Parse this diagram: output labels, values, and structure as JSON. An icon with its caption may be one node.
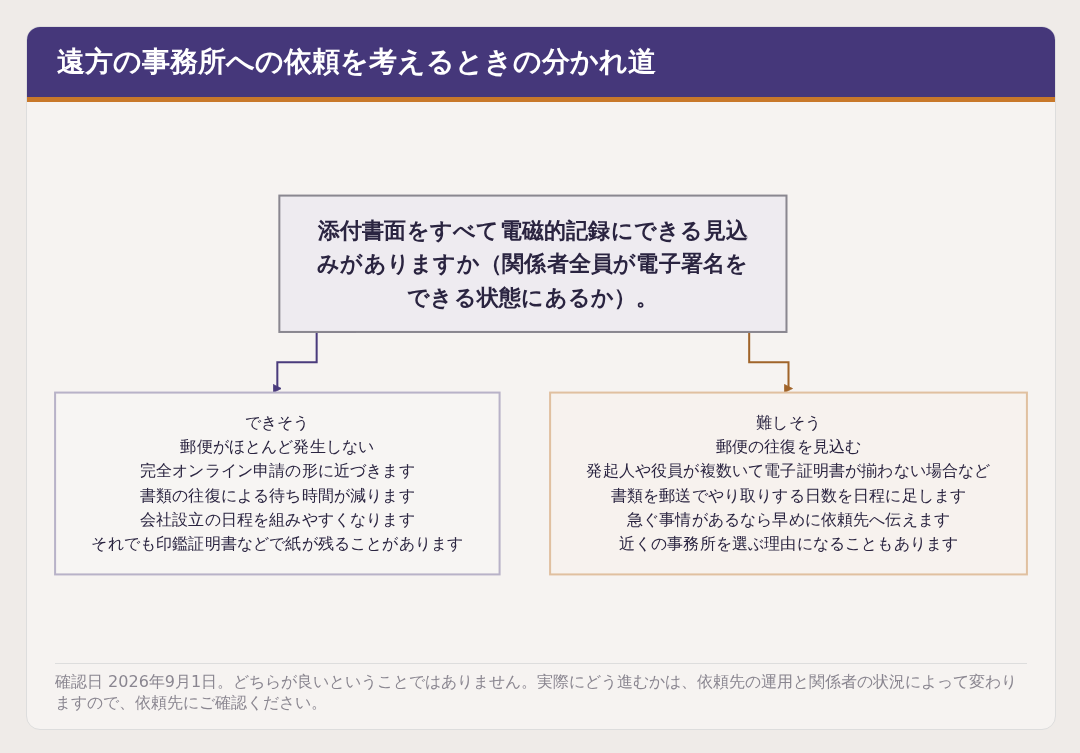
{
  "diagram": {
    "title": "遠方の事務所への依頼を考えるときの分かれ道",
    "nodes": [
      {
        "text": [
          "添付書面をすべて電磁的記録にできる見込みがありますか（関係者全員が電子署名をできる状態にあるか）。"
        ]
      },
      {
        "text": [
          "できそう",
          "郵便がほとんど発生しない",
          "完全オンライン申請の形に近づきます",
          "書類の往復による待ち時間が減ります",
          "会社設立の日程を組みやすくなります",
          "それでも印鑑証明書などで紙が残ることがあります"
        ]
      },
      {
        "text": [
          "難しそう",
          "郵便の往復を見込む",
          "発起人や役員が複数いて電子証明書が揃わない場合など",
          "書類を郵送でやり取りする日数を日程に足します",
          "急ぐ事情があるなら早めに依頼先へ伝えます",
          "近くの事務所を選ぶ理由になることもあります"
        ]
      }
    ],
    "edges": [
      {
        "from": 0,
        "to": 1,
        "arrow": "to",
        "color": "#4a3b7c"
      },
      {
        "from": 0,
        "to": 2,
        "arrow": "to",
        "color": "#a0642a"
      }
    ],
    "caption": "確認日 2026年9月1日。どちらが良いということではありません。実際にどう進むかは、依頼先の運用と関係者の状況によって変わりますので、依頼先にご確認ください。"
  }
}
